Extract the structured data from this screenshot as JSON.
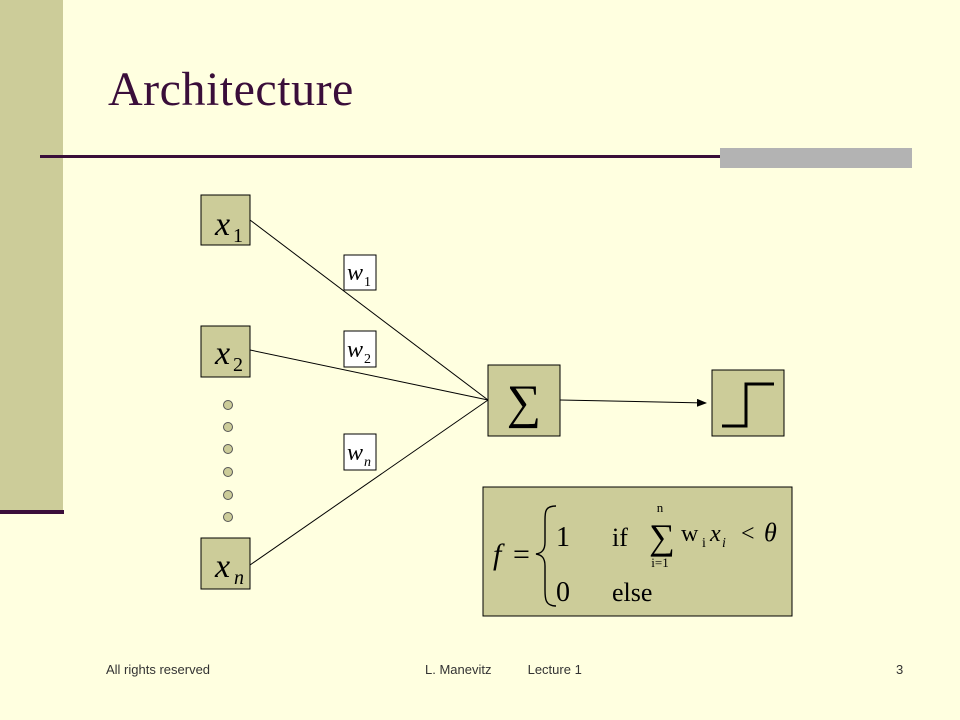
{
  "slide": {
    "title": "Architecture",
    "number": "3"
  },
  "diagram": {
    "inputs": [
      {
        "var": "x",
        "sub": "1"
      },
      {
        "var": "x",
        "sub": "2"
      },
      {
        "var": "x",
        "sub": "n"
      }
    ],
    "weights": [
      {
        "var": "w",
        "sub": "1"
      },
      {
        "var": "w",
        "sub": "2"
      },
      {
        "var": "w",
        "sub": "n"
      }
    ],
    "summation_symbol": "∑",
    "formula": {
      "lhs": "f",
      "eq": "=",
      "case1_value": "1",
      "case1_if": "if",
      "sum_upper": "n",
      "sum_lower": "i=1",
      "sum_body_w": "w",
      "sum_body_i": "i",
      "sum_body_x": "x",
      "sum_body_xi": "i",
      "lt": "<",
      "theta": "θ",
      "case2_value": "0",
      "case2_else": "else"
    }
  },
  "footer": {
    "left": "All rights reserved",
    "center": "L. Manevitz          Lecture 1",
    "page": "3"
  },
  "colors": {
    "background": "#FFFFE0",
    "box_fill": "#CCCC99",
    "title": "#3A0E3A",
    "accent_gray": "#B3B3B3"
  }
}
